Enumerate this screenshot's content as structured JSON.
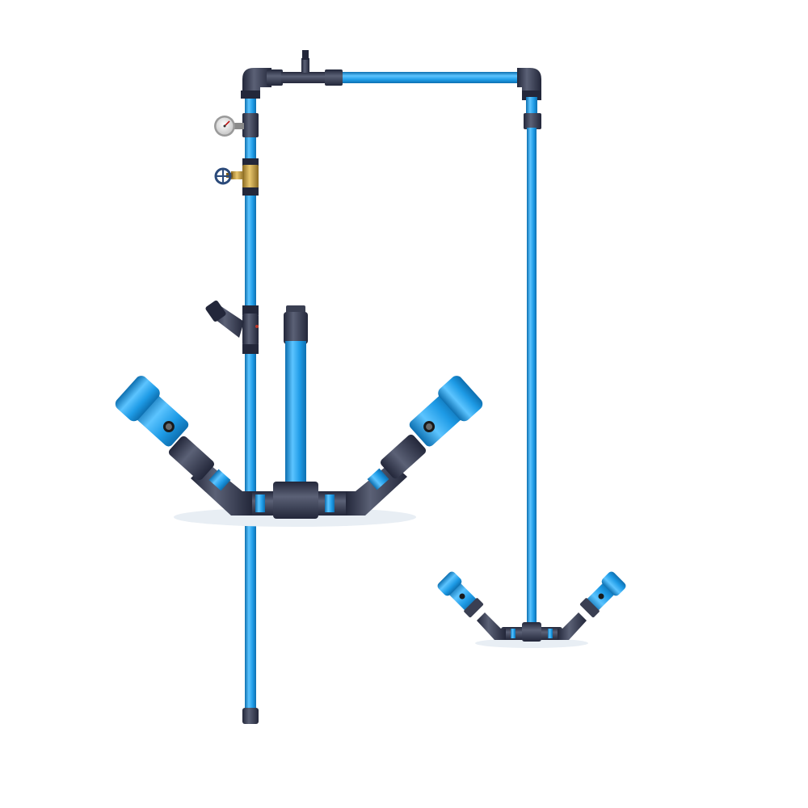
{
  "scene": {
    "subject": "pipe-assembly",
    "colors": {
      "pipe": "#1e9be6",
      "pipe_highlight": "#5cc4ff",
      "pipe_shadow": "#0d6fb0",
      "fitting": "#3a3f52",
      "fitting_dark": "#23273a",
      "fitting_light": "#5b6176",
      "brass": "#c9a24a",
      "gauge_face": "#f2f2f2",
      "valve_handle": "#2b4a7a"
    },
    "components": [
      "pressure-gauge",
      "gate-valve",
      "y-strainer",
      "venturi-injector",
      "large-tee-manifold",
      "small-tee-manifold"
    ]
  }
}
